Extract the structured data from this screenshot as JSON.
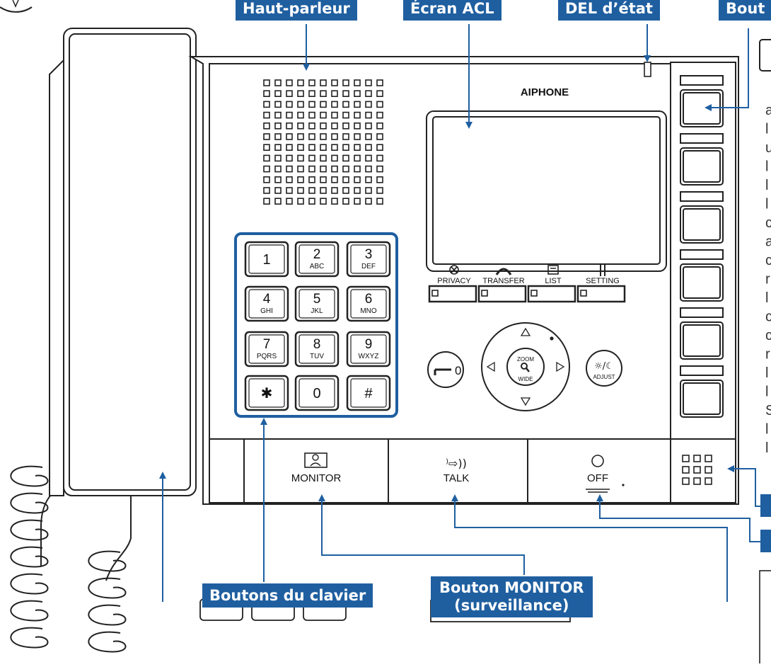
{
  "callouts": {
    "speaker": "Haut-parleur",
    "lcd": "Écran ACL",
    "led": "DEL d’état",
    "right_top": "Bout",
    "keypad": "Boutons du clavier",
    "monitor_line1": "Bouton MONITOR",
    "monitor_line2": "(surveillance)"
  },
  "device": {
    "brand": "AIPHONE",
    "function_buttons": [
      {
        "label": "PRIVACY",
        "icon": "privacy-icon"
      },
      {
        "label": "TRANSFER",
        "icon": "transfer-icon"
      },
      {
        "label": "LIST",
        "icon": "list-icon"
      },
      {
        "label": "SETTING",
        "icon": "setting-icon"
      }
    ],
    "keypad": [
      {
        "digit": "1",
        "letters": ""
      },
      {
        "digit": "2",
        "letters": "ABC"
      },
      {
        "digit": "3",
        "letters": "DEF"
      },
      {
        "digit": "4",
        "letters": "GHI"
      },
      {
        "digit": "5",
        "letters": "JKL"
      },
      {
        "digit": "6",
        "letters": "MNO"
      },
      {
        "digit": "7",
        "letters": "PQRS"
      },
      {
        "digit": "8",
        "letters": "TUV"
      },
      {
        "digit": "9",
        "letters": "WXYZ"
      },
      {
        "digit": "✱",
        "letters": ""
      },
      {
        "digit": "0",
        "letters": ""
      },
      {
        "digit": "#",
        "letters": ""
      }
    ],
    "dpad": {
      "zoom": "ZOOM",
      "wide": "WIDE"
    },
    "adjust": "ADJUST",
    "bottom_buttons": {
      "monitor": "MONITOR",
      "talk": "TALK",
      "off": "OFF"
    }
  },
  "side_text": [
    "a",
    "l",
    "u",
    "l",
    "l",
    "l",
    "c",
    "a",
    "c",
    "r",
    "l",
    "c",
    "c",
    "r",
    "l",
    "l",
    "S",
    "l",
    "l"
  ]
}
